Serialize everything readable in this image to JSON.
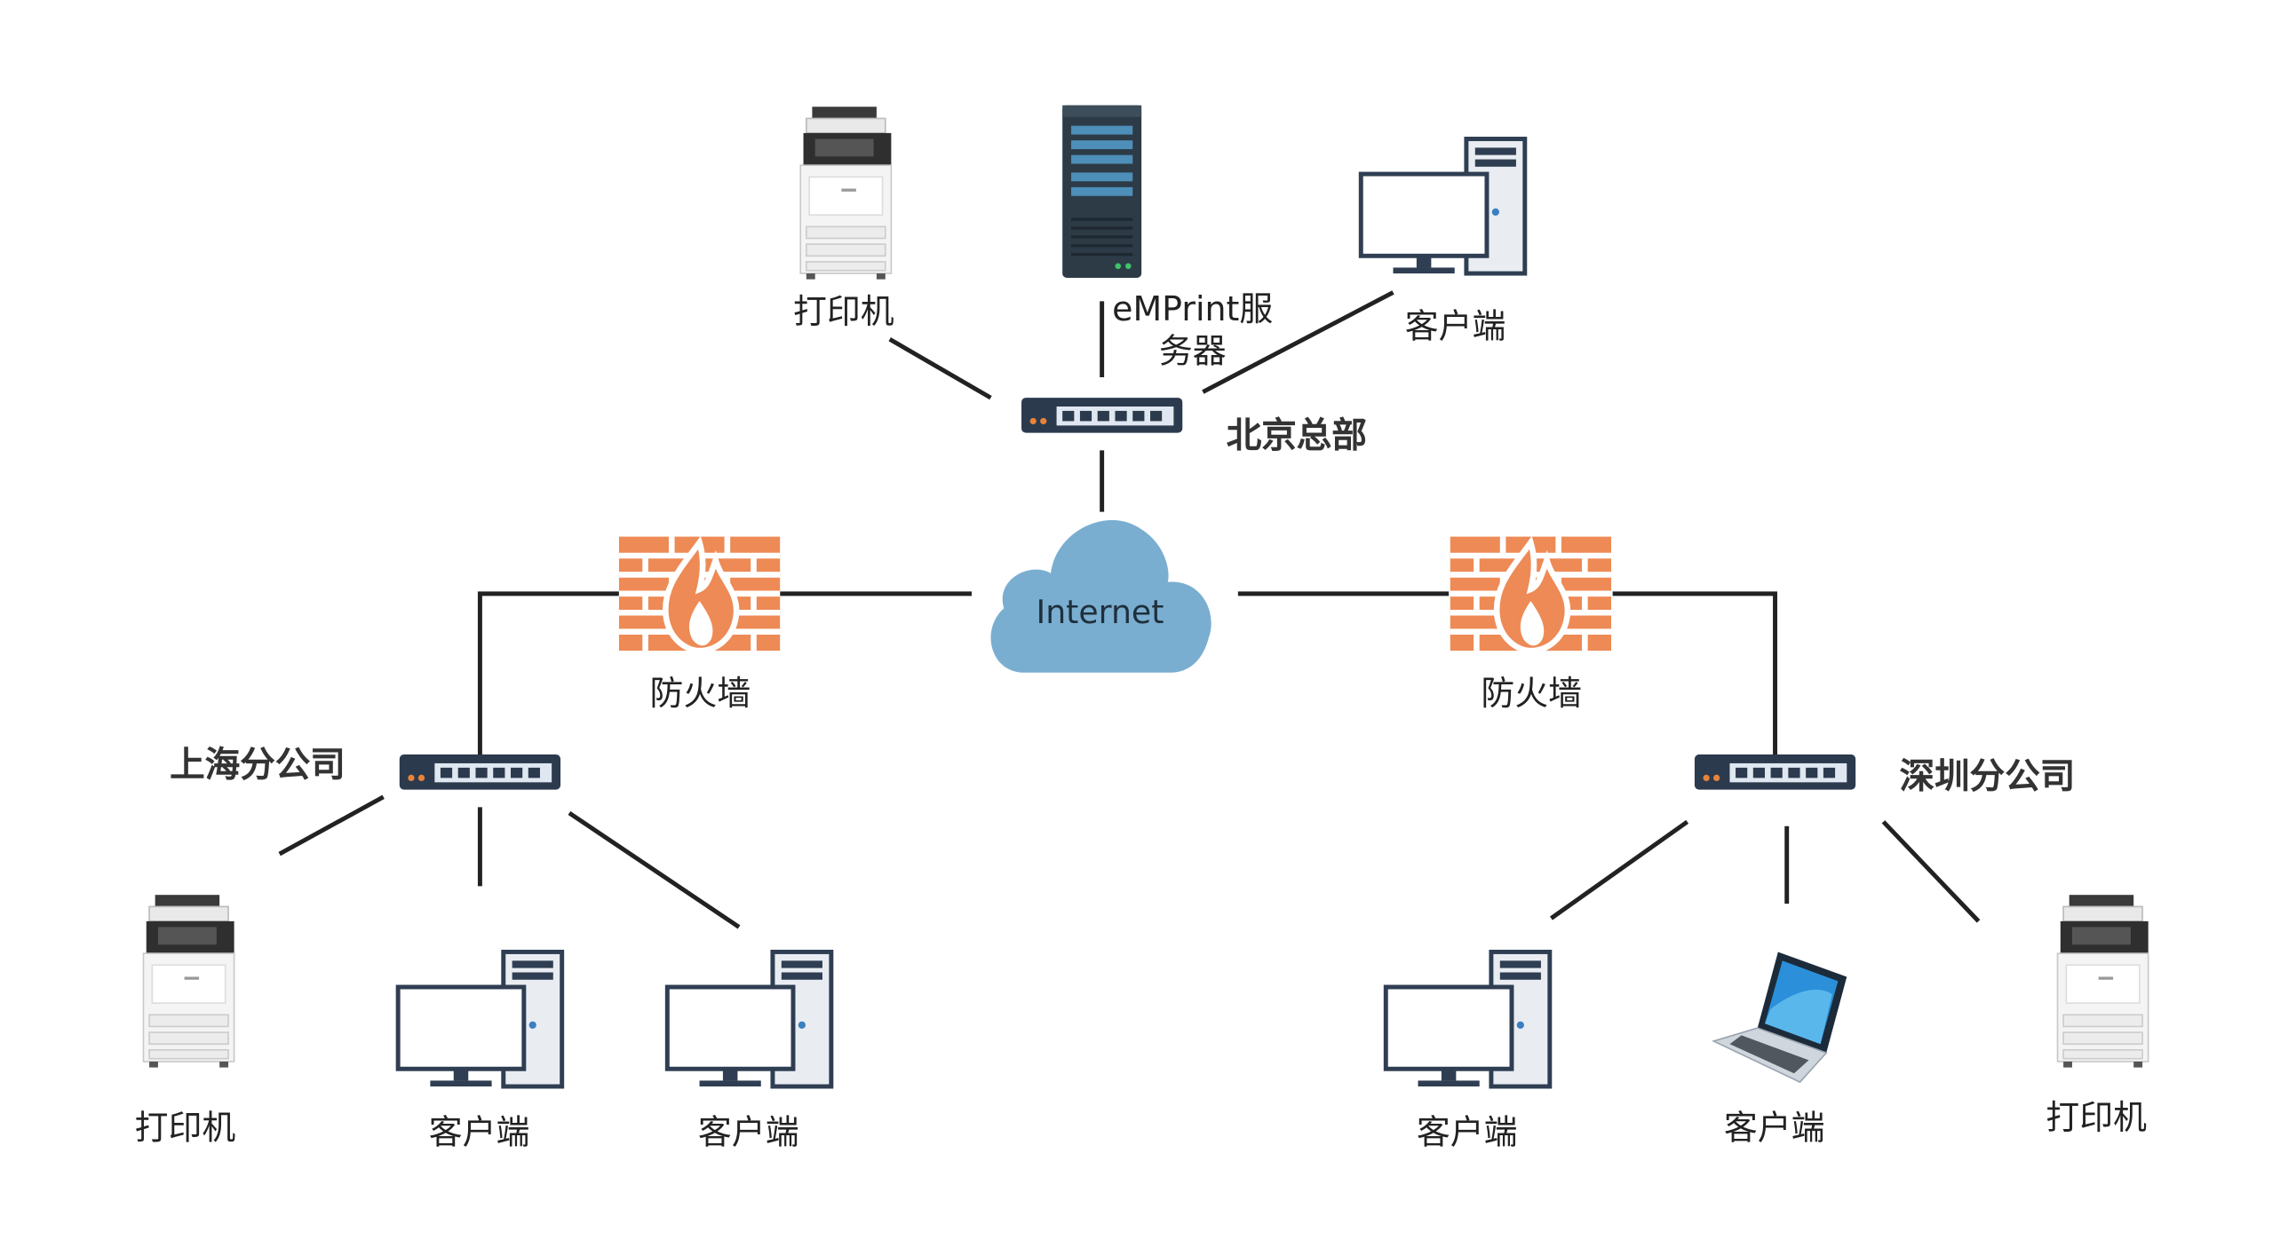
{
  "hq": {
    "name": "北京总部",
    "printer_label": "打印机",
    "server_label_line1": "eMPrint服",
    "server_label_line2": "务器",
    "client_label": "客户端"
  },
  "internet": {
    "label": "Internet"
  },
  "firewall_left": {
    "label": "防火墙"
  },
  "firewall_right": {
    "label": "防火墙"
  },
  "shanghai": {
    "name": "上海分公司",
    "printer_label": "打印机",
    "client1_label": "客户端",
    "client2_label": "客户端"
  },
  "shenzhen": {
    "name": "深圳分公司",
    "client_label": "客户端",
    "laptop_label": "客户端",
    "printer_label": "打印机"
  },
  "colors": {
    "line": "#222222",
    "cloud": "#7aaed0",
    "firewall": "#ee8a55",
    "switch": "#2c3a4e",
    "switch_accent": "#e8833a",
    "server": "#2d3b47",
    "server_accent": "#4d8fb8"
  },
  "icons": {
    "printer": "printer-icon",
    "server": "server-icon",
    "desktop": "desktop-computer-icon",
    "laptop": "laptop-icon",
    "switch": "network-switch-icon",
    "firewall": "firewall-icon",
    "cloud": "cloud-icon"
  }
}
